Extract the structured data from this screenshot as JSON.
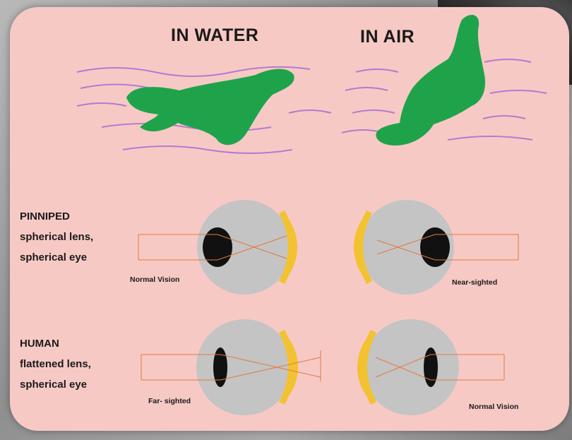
{
  "headings": {
    "water": "IN WATER",
    "air": "IN AIR"
  },
  "rows": {
    "pinniped": {
      "title": "PINNIPED",
      "line1": "spherical lens,",
      "line2": "spherical eye"
    },
    "human": {
      "title": "HUMAN",
      "line1": "flattened lens,",
      "line2": "spherical eye"
    }
  },
  "vision": {
    "pinniped_water": "Normal Vision",
    "pinniped_air": "Near-sighted",
    "human_water": "Far- sighted",
    "human_air": "Normal Vision"
  },
  "colors": {
    "background": "#f7c9c5",
    "seal": "#1fa34a",
    "waves": "#b57ad0",
    "eyeball": "#c4c4c4",
    "cornea": "#f2c230",
    "lens": "#111111",
    "ray": "#e07a3c"
  },
  "icons": [
    "seal-swimming-icon",
    "seal-upright-icon",
    "eye-icon"
  ]
}
